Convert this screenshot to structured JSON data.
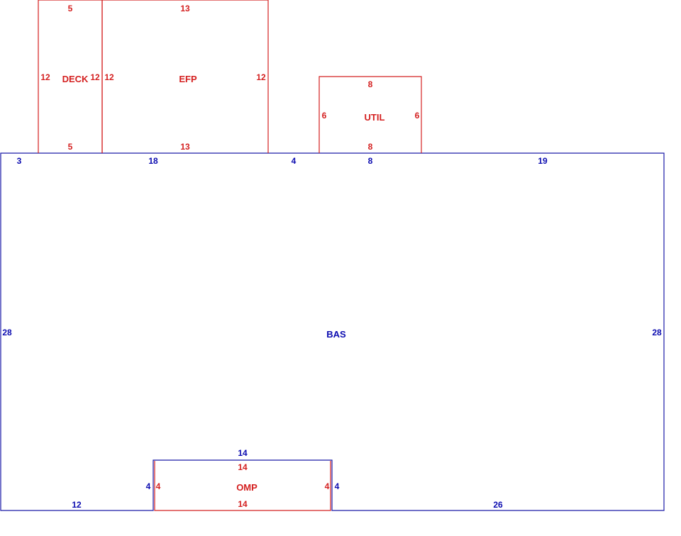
{
  "colors": {
    "main": "#0b0bb0",
    "addition": "#d42020"
  },
  "areas": {
    "bas": {
      "label": "BAS",
      "top": [
        "3",
        "18",
        "4",
        "8",
        "19"
      ],
      "left": "28",
      "right": "28",
      "bottom_left": "12",
      "bottom_right": "26"
    },
    "deck": {
      "label": "DECK",
      "top": "5",
      "bottom": "5",
      "left": "12",
      "right": "12"
    },
    "efp": {
      "label": "EFP",
      "top": "13",
      "bottom": "13",
      "left": "12",
      "right": "12"
    },
    "util": {
      "label": "UTIL",
      "top": "8",
      "bottom": "8",
      "left": "6",
      "right": "6"
    },
    "omp": {
      "label": "OMP",
      "top": "14",
      "bottom": "14",
      "left": "4",
      "right": "4",
      "notch_top": "14",
      "notch_left": "4",
      "notch_right": "4"
    }
  }
}
